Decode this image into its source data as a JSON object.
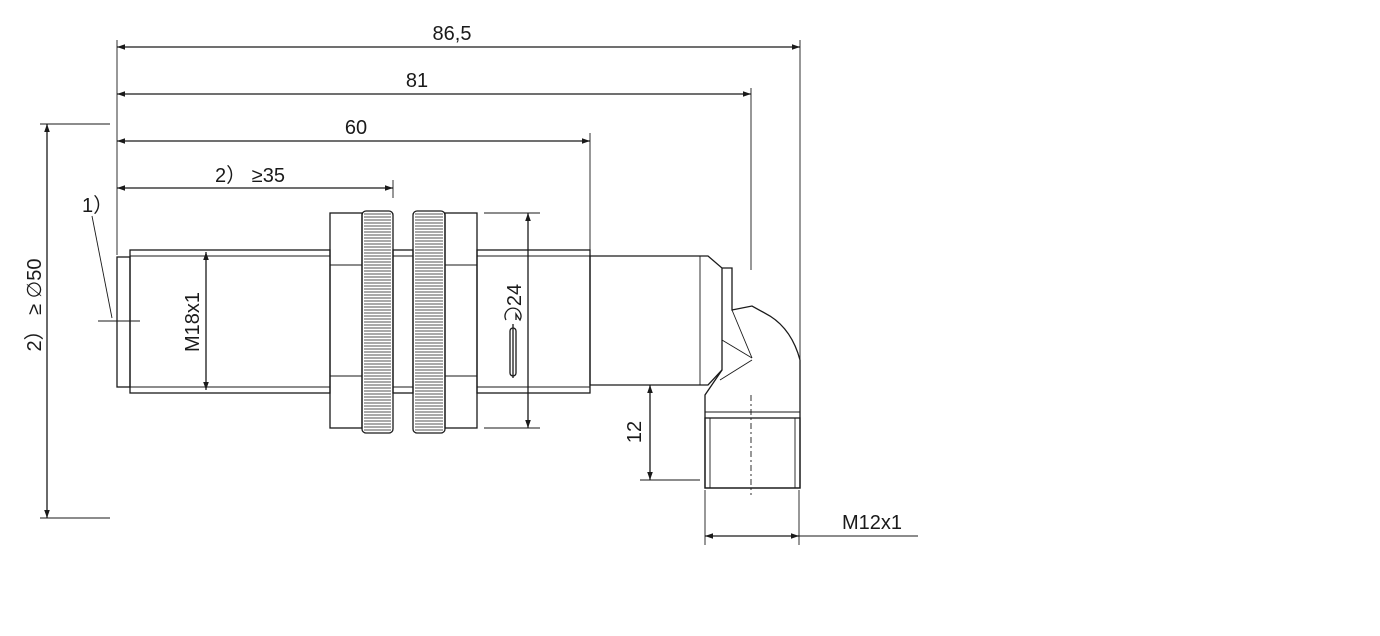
{
  "drawing": {
    "dimensions": {
      "overall_length": "86,5",
      "length_to_connector_axis": "81",
      "housing_length": "60",
      "thread_length_label": "2） ≥35",
      "cap_note": "1）",
      "mounting_clearance": "2） ≥ ∅50",
      "thread_size": "M18x1",
      "wrench_size": "24",
      "connector_offset": "12",
      "connector_thread": "M12x1"
    },
    "icons": {
      "wrench": "wrench-icon"
    }
  }
}
